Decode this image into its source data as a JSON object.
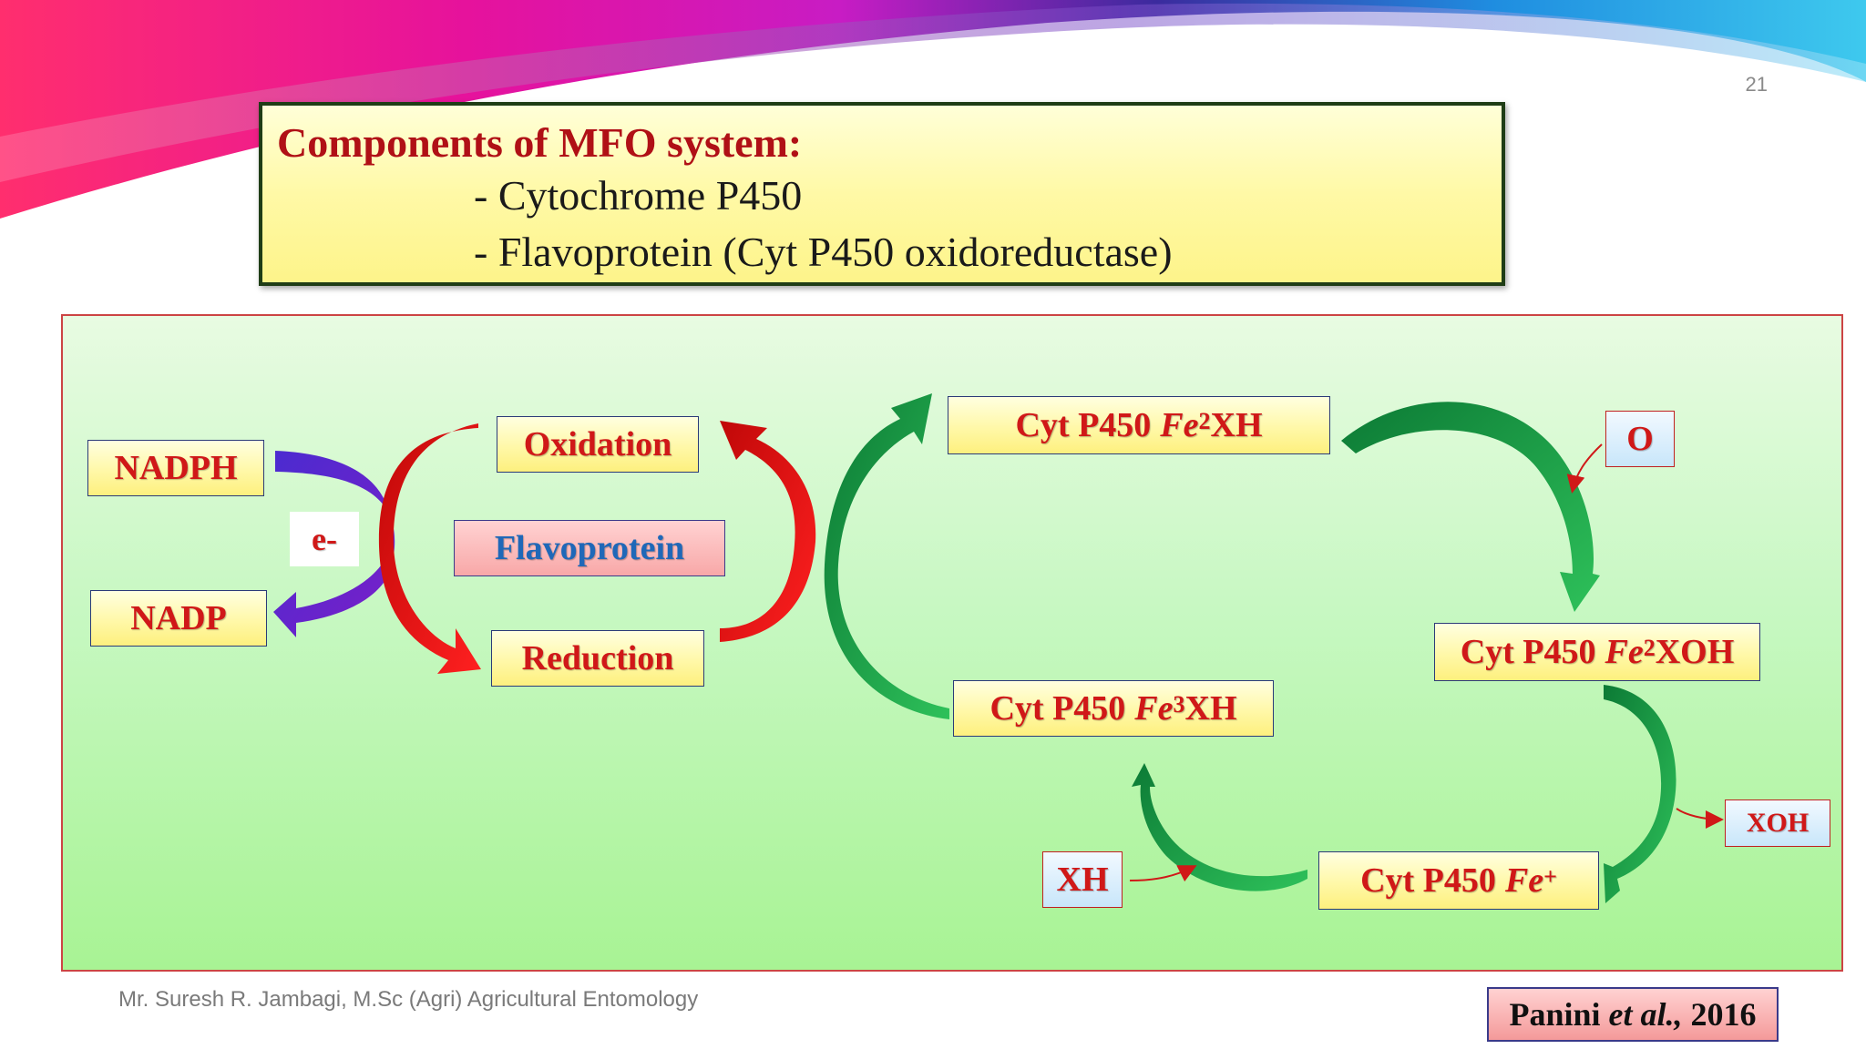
{
  "slide": {
    "number": "21",
    "footer": "Mr. Suresh R. Jambagi, M.Sc (Agri) Agricultural Entomology"
  },
  "title": {
    "heading": "Components of MFO system:",
    "items": [
      "- Cytochrome P450",
      "- Flavoprotein (Cyt P450 oxidoreductase)"
    ]
  },
  "diagram": {
    "nadph": "NADPH",
    "nadp": "NADP",
    "electron": "e-",
    "oxidation": "Oxidation",
    "flavoprotein": "Flavoprotein",
    "reduction": "Reduction",
    "fe2xh": {
      "prefix": "Cyt P450",
      "fe": "Fe",
      "sup": "2",
      "suffix": "XH"
    },
    "fe3xh": {
      "prefix": "Cyt P450",
      "fe": "Fe",
      "sup": "3",
      "suffix": "XH"
    },
    "fe2xoh": {
      "prefix": "Cyt P450",
      "fe": "Fe",
      "sup": "2",
      "suffix": "XOH"
    },
    "feplus": {
      "prefix": "Cyt P450",
      "fe": "Fe",
      "sup": "+",
      "suffix": ""
    },
    "oxygen": "O",
    "xoh": "XOH",
    "xh": "XH"
  },
  "citation": {
    "author": "Panini",
    "etal": "et al.,",
    "year": "2016"
  },
  "colors": {
    "title_red": "#b01016",
    "node_red": "#d01818",
    "flavoprotein_blue": "#1f68b8"
  }
}
